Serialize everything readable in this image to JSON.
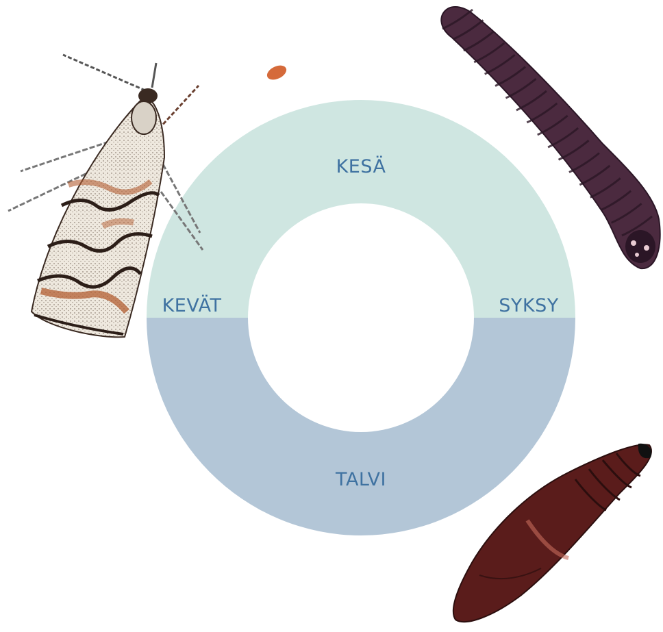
{
  "seasons": {
    "summer": "KESÄ",
    "spring": "KEVÄT",
    "autumn": "SYKSY",
    "winter": "TALVI"
  },
  "colors": {
    "summer_band": "#cfe6e1",
    "winter_band": "#b3c6d7",
    "label_text": "#3f72a1",
    "moth_body": "#f1ece4",
    "moth_pattern": "#3a2a22",
    "moth_accent": "#b35d32",
    "egg": "#d56a3a",
    "larva": "#4b2a3f",
    "larva_stripe": "#2b1626",
    "pupa": "#5a1c1b",
    "pupa_highlight": "#c46a5c"
  },
  "icons": {
    "adult": "moth-icon",
    "egg": "egg-icon",
    "larva": "caterpillar-icon",
    "pupa": "pupa-icon"
  }
}
